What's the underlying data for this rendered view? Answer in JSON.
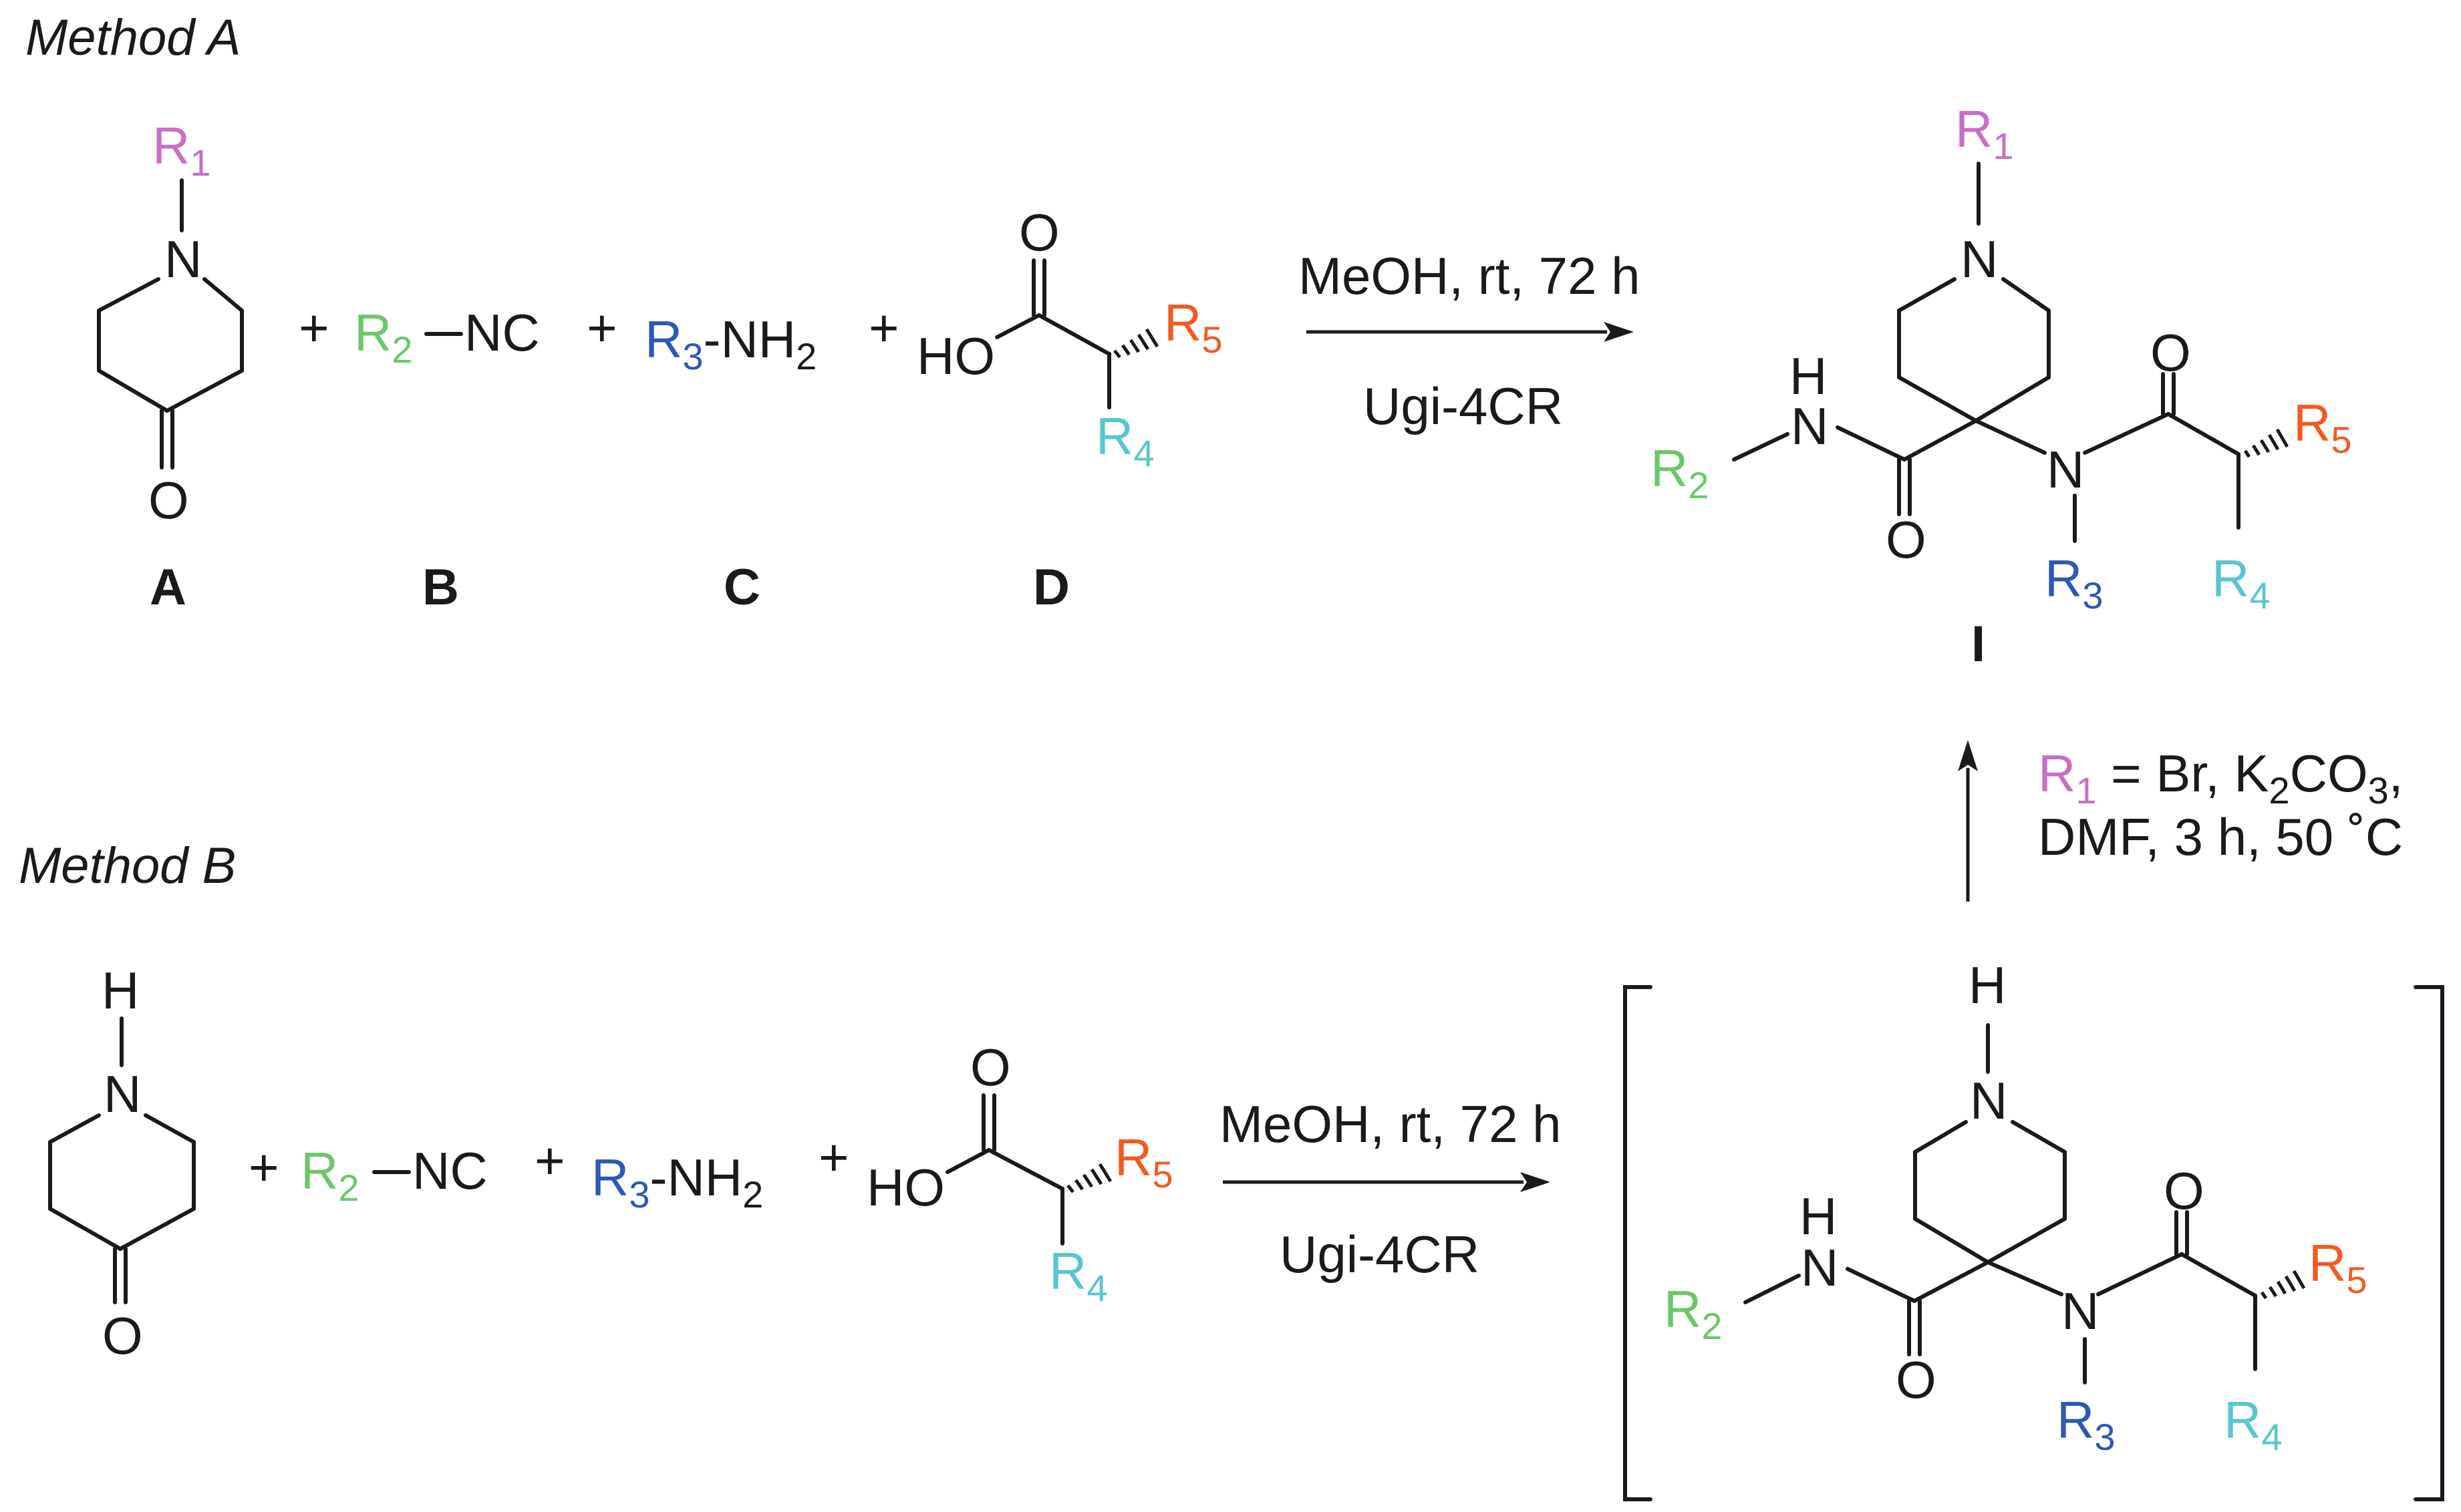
{
  "methods": {
    "a": "Method A",
    "b": "Method B"
  },
  "colors": {
    "r1": "#c86fc4",
    "r2": "#6cc76a",
    "r3": "#2d58b4",
    "r4": "#5ac5cf",
    "r5": "#f25a22",
    "text": "#1a1a1a"
  },
  "atoms": {
    "N": "N",
    "O": "O",
    "H": "H",
    "R": "R",
    "HO": "HO",
    "NC": "NC",
    "NH": "-NH",
    "plus": "+"
  },
  "subscripts": {
    "s1": "1",
    "s2": "2",
    "s3": "3",
    "s4": "4",
    "s5": "5"
  },
  "compound_labels": {
    "a": "A",
    "b": "B",
    "c": "C",
    "d": "D",
    "product": "I"
  },
  "conditions": {
    "solvent": "MeOH, rt, 72 h",
    "reaction": "Ugi-4CR",
    "alkylation_prefix": " = Br, K",
    "alkylation_mid": "CO",
    "alkylation_end": ",",
    "alkylation_line2": "DMF, 3 h, 50 ˚C"
  }
}
